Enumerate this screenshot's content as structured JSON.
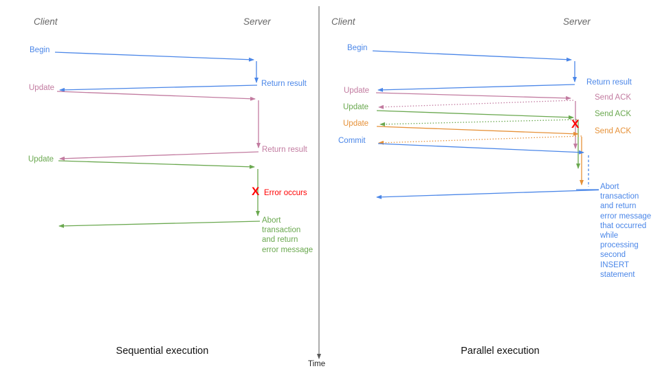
{
  "palette": {
    "blue": "#4a86e8",
    "pink": "#c27ba0",
    "green": "#6aa84f",
    "orange": "#e69138",
    "red": "#ff0000",
    "header_gray": "#666666",
    "time_axis": "#595959"
  },
  "left_panel": {
    "client_header": "Client",
    "server_header": "Server",
    "begin": "Begin",
    "return_result_1": "Return result",
    "update_1": "Update",
    "return_result_2": "Return result",
    "update_2": "Update",
    "error_x": "X",
    "error_occurs": "Error occurs",
    "abort_message": "Abort\ntransaction\nand return\nerror message",
    "caption": "Sequential execution"
  },
  "right_panel": {
    "client_header": "Client",
    "server_header": "Server",
    "begin": "Begin",
    "return_result": "Return result",
    "update_1": "Update",
    "send_ack_1": "Send ACK",
    "update_2": "Update",
    "send_ack_2": "Send ACK",
    "update_3": "Update",
    "send_ack_3": "Send ACK",
    "commit": "Commit",
    "error_x": "X",
    "abort_message": "Abort\ntransaction\nand return\nerror message\nthat occurred\nwhile\nprocessing\nsecond\nINSERT\nstatement",
    "caption": "Parallel execution"
  },
  "time_axis": {
    "label": "Time"
  }
}
